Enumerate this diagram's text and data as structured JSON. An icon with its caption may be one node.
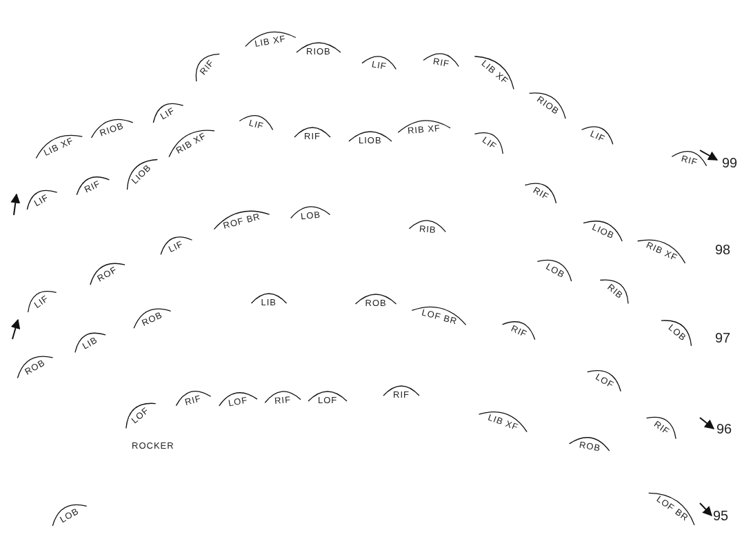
{
  "diagram": {
    "labels": [
      "LIB XF",
      "RIOB",
      "LIF",
      "RIF",
      "LIB XF",
      "RIOB",
      "LIF",
      "RIF",
      "LIB XF",
      "RIOB",
      "LIF",
      "RIF",
      "99",
      "LIF",
      "RIF",
      "LIOB",
      "RIB XF",
      "LIF",
      "RIF",
      "LIOB",
      "RIB XF",
      "LIF",
      "RIF",
      "LIOB",
      "RIB XF",
      "98",
      "LIF",
      "ROF",
      "LIF",
      "ROF BR",
      "LOB",
      "RIB",
      "LOB",
      "RIB",
      "LOB",
      "97",
      "ROB",
      "LIB",
      "ROB",
      "LIB",
      "ROB",
      "LOF BR",
      "RIF",
      "LOF",
      "RIF",
      "96",
      "LOB",
      "ROCKER",
      "LOF",
      "RIF",
      "LOF",
      "RIF",
      "LOF",
      "RIF",
      "LIB XF",
      "ROB",
      "LOF BR",
      "95"
    ]
  }
}
